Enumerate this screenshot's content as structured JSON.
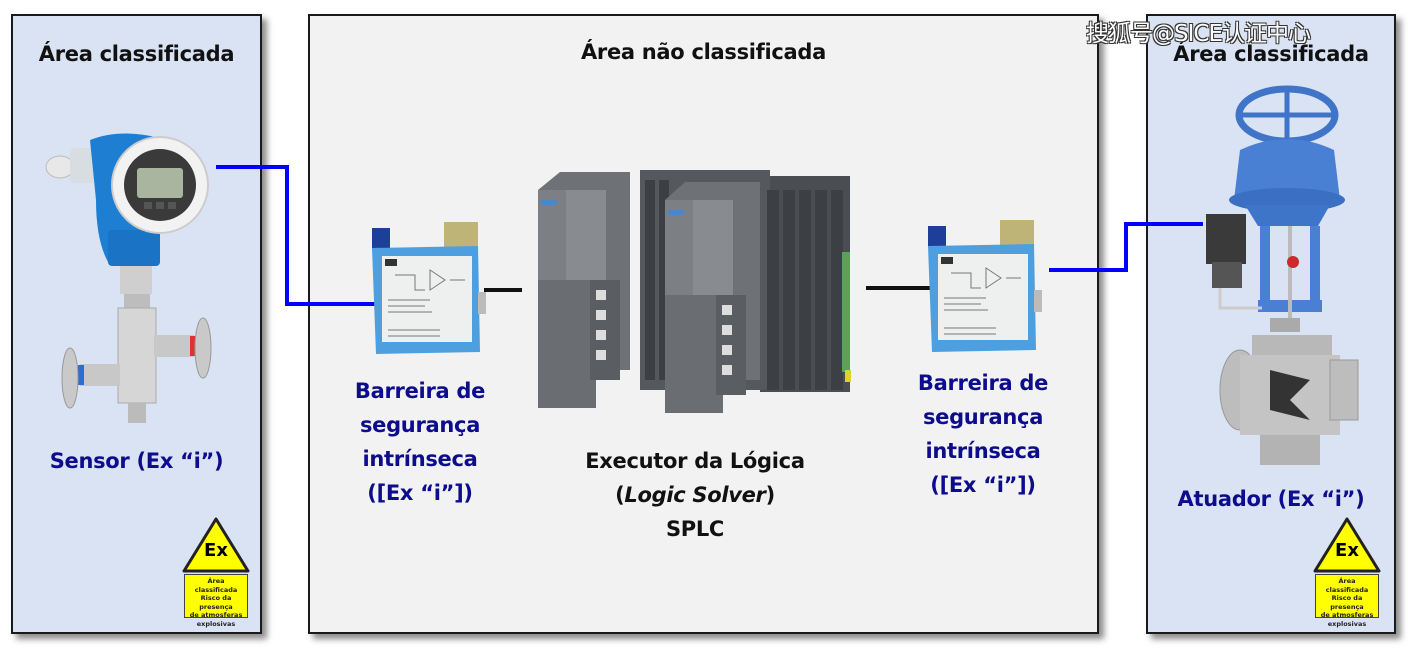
{
  "watermark": "搜狐号@SICE认证中心",
  "panels": {
    "left": {
      "title": "Área classificada",
      "device_label": "Sensor (Ex “i”)",
      "warning_sign": {
        "symbol": "Ex",
        "line1": "Área",
        "line2": "classificada",
        "line3": "Risco da presença",
        "line4": "de atmosferas",
        "line5": "explosivas"
      }
    },
    "middle": {
      "title": "Área não classificada",
      "barrier_left": {
        "line1": "Barreira de",
        "line2": "segurança",
        "line3": "intrínseca",
        "line4": "([Ex “i”])"
      },
      "logic_solver": {
        "line1": "Executor da Lógica",
        "line2_open": "(",
        "line2_italic": "Logic Solver",
        "line2_close": ")",
        "line3": "SPLC"
      },
      "barrier_right": {
        "line1": "Barreira de",
        "line2": "segurança",
        "line3": "intrínseca",
        "line4": "([Ex “i”])"
      }
    },
    "right": {
      "title": "Área classificada",
      "device_label": "Atuador (Ex “i”)",
      "warning_sign": {
        "symbol": "Ex",
        "line1": "Área",
        "line2": "classificada",
        "line3": "Risco da presença",
        "line4": "de atmosferas",
        "line5": "explosivas"
      }
    }
  },
  "colors": {
    "classified_bg": "#dae3f3",
    "unclassified_bg": "#f2f2f2",
    "signal_line": "#0000ff",
    "label_text": "#0c0c8c",
    "warning_yellow": "#ffff00"
  },
  "icons": {
    "sensor": "pressure-transmitter-icon",
    "barrier": "intrinsic-safety-barrier-icon",
    "plc": "safety-plc-rack-icon",
    "actuator": "control-valve-actuator-icon",
    "warning": "ex-warning-triangle-icon"
  }
}
